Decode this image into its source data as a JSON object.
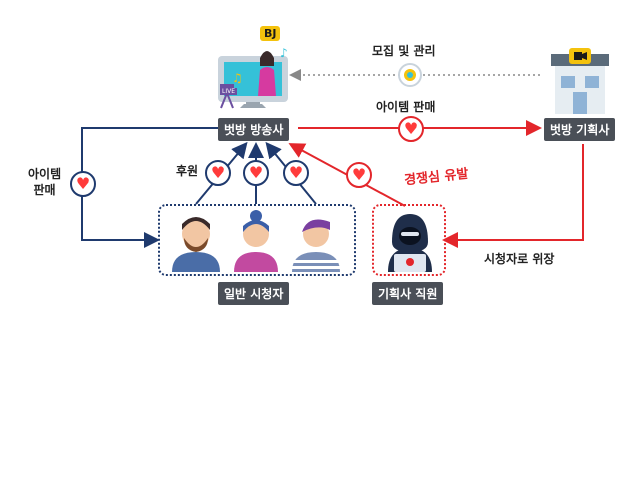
{
  "broadcaster": {
    "label": "벗방 방송사",
    "bj_tag": "BJ",
    "live_tag": "LIVE"
  },
  "agency": {
    "label": "벗방 기획사"
  },
  "viewers": {
    "label": "일반 시청자"
  },
  "agency_staff": {
    "label": "기획사 직원"
  },
  "edges": {
    "recruit": "모집 및 관리",
    "item_sale_top": "아이템 판매",
    "item_sale_left": "아이템\n판매",
    "donation": "후원",
    "rivalry": "경쟁심 유발",
    "disguise": "시청자로 위장"
  },
  "colors": {
    "navy": "#1f3a6e",
    "red": "#e3262b",
    "label_bg": "#4a4f57",
    "heart": "#ff3b3b"
  }
}
